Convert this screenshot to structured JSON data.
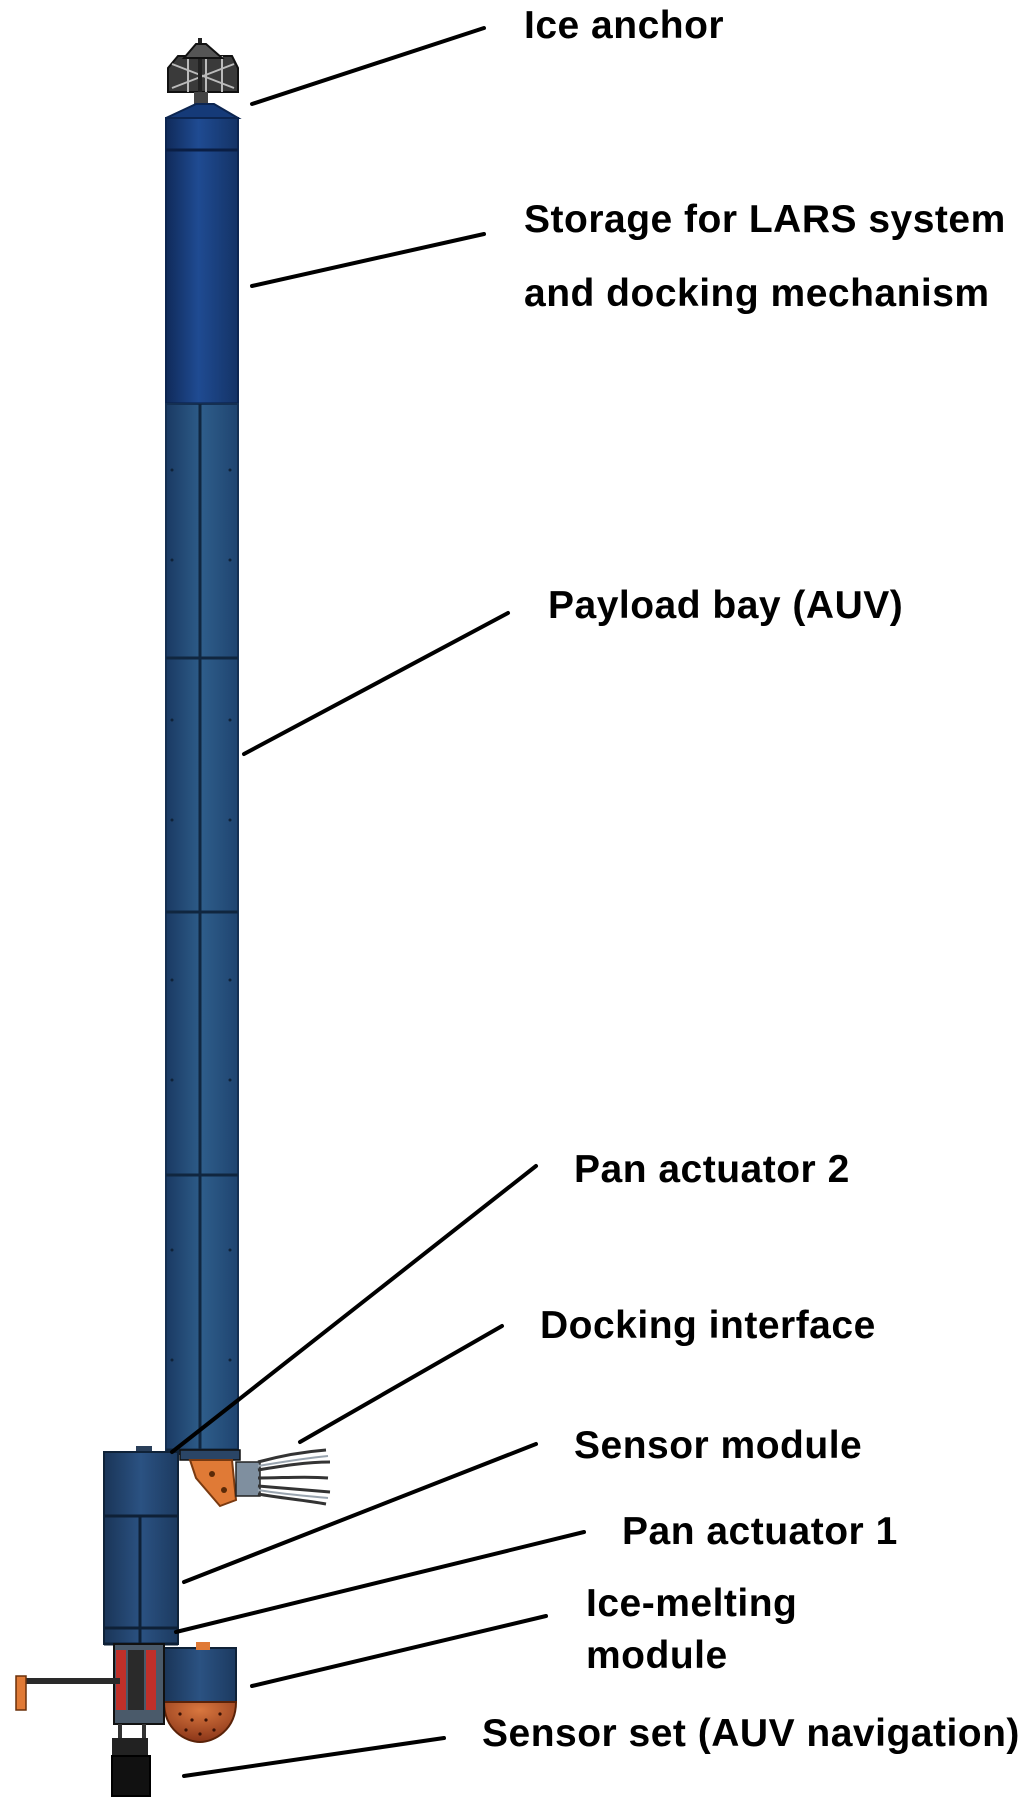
{
  "labels": {
    "ice_anchor": "Ice anchor",
    "storage_line1": "Storage for LARS  system",
    "storage_line2": "and  docking  mechanism",
    "payload_bay": "Payload  bay (AUV)",
    "pan_actuator_2": "Pan actuator  2",
    "docking_interface": "Docking  interface",
    "sensor_module": "Sensor  module",
    "pan_actuator_1": "Pan actuator  1",
    "ice_melting_line1": "Ice-melting",
    "ice_melting_line2": "module",
    "sensor_set": "Sensor set (AUV navigation)"
  },
  "colors": {
    "storage_blue": "#1c3f7e",
    "payload_blue": "#2a5682",
    "module_blue": "#25476f",
    "orange": "#e07a36",
    "dome": "#b5532a",
    "red_accent": "#c0302a"
  }
}
